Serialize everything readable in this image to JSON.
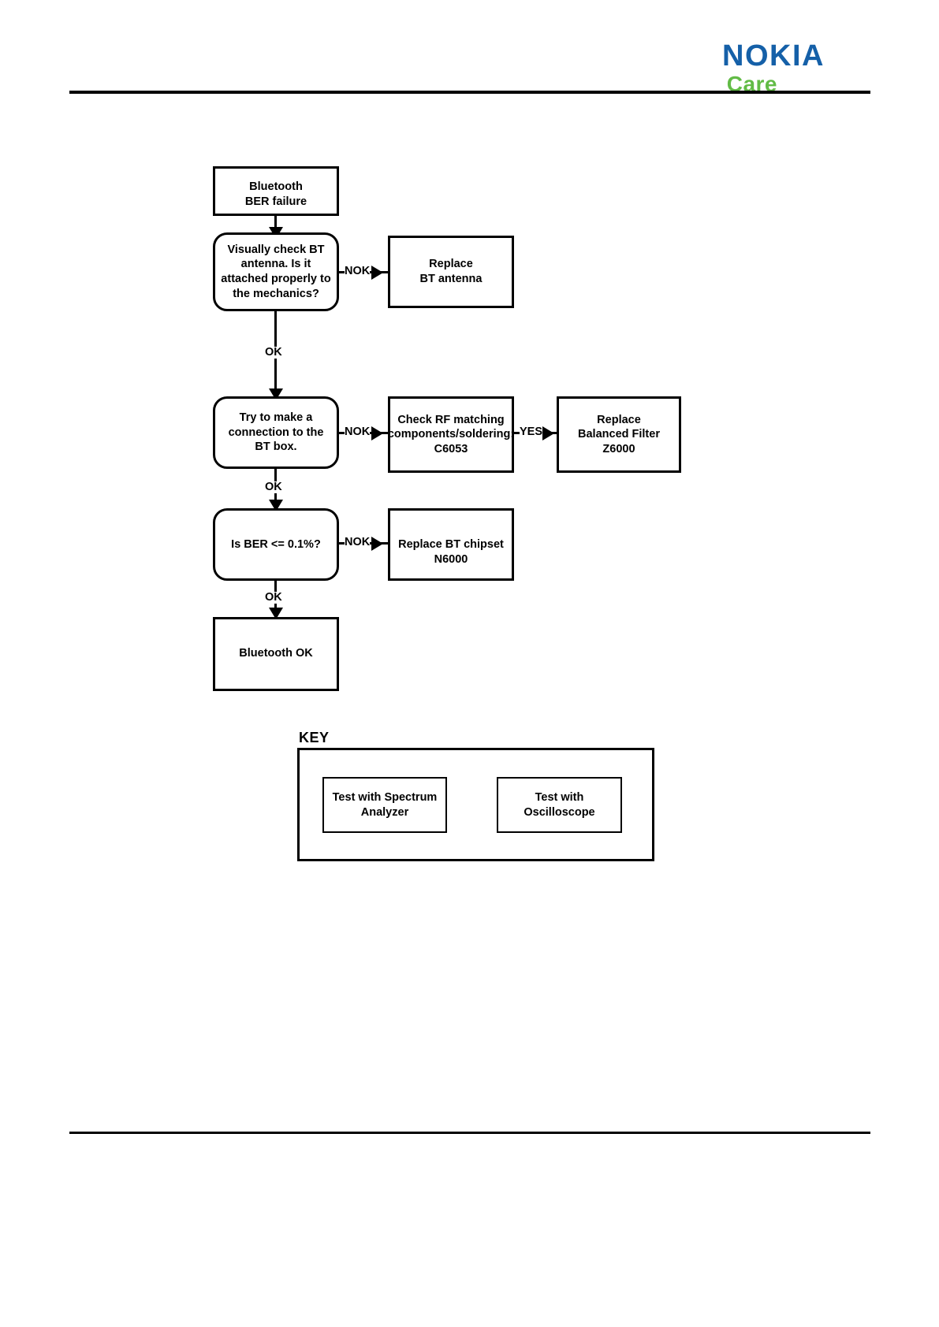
{
  "header": {
    "logo_primary": "NOKIA",
    "logo_secondary": "Care"
  },
  "flowchart": {
    "nodes": {
      "start": "Bluetooth\nBER failure",
      "check_antenna": "Visually check BT antenna. Is  it attached properly to the mechanics?",
      "replace_antenna": "Replace\nBT antenna",
      "try_connection": "Try to make a connection to the BT box.",
      "check_rf": "Check RF matching components/soldering: C6053",
      "replace_filter": "Replace\nBalanced Filter\nZ6000",
      "is_ber": "Is BER <= 0.1%?",
      "replace_chipset": "Replace BT chipset\nN6000",
      "bluetooth_ok": "Bluetooth OK"
    },
    "edges": {
      "ok_1": "OK",
      "ok_2": "OK",
      "ok_3": "OK",
      "nok_1": "NOK",
      "nok_2": "NOK",
      "nok_3": "NOK",
      "yes_1": "YES"
    }
  },
  "key": {
    "title": "KEY",
    "items": [
      {
        "label": "Test with Spectrum Analyzer"
      },
      {
        "label": "Test with Oscilloscope"
      }
    ]
  }
}
